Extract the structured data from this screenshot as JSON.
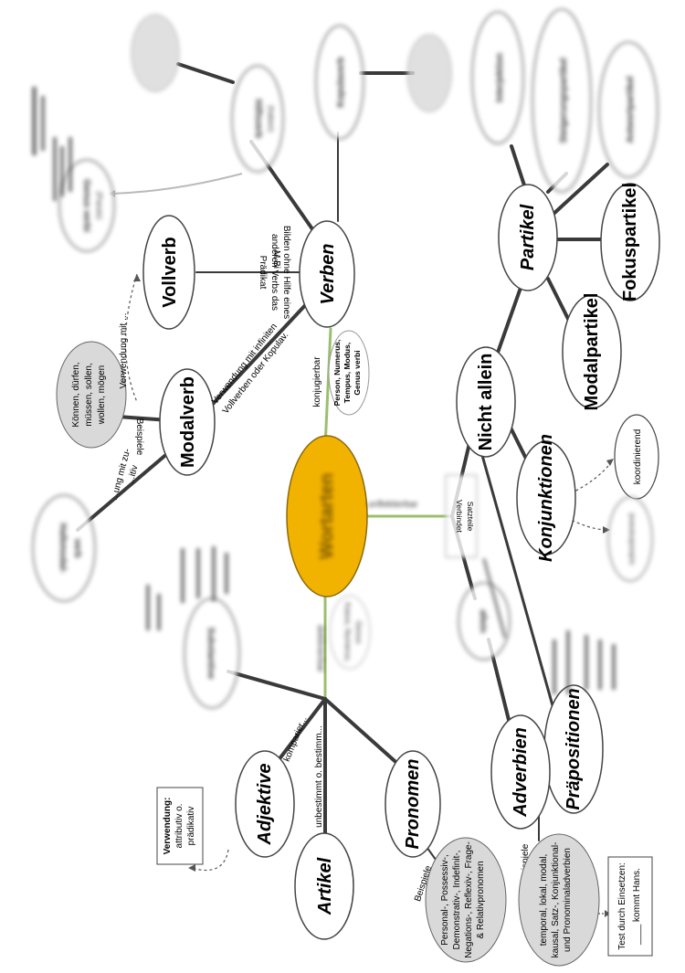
{
  "center": {
    "label": "Wortarten"
  },
  "verben": {
    "label": "Verben",
    "edge_label": "konjugierbar",
    "props": [
      "Person, Numerus,",
      "Tempus, Modus,",
      "Genus verbi"
    ],
    "vollverb": "Vollverb",
    "vollverb_desc": [
      "Bilden ohne Hilfe eines",
      "anderen Verbs das",
      "Prädikat"
    ],
    "hilfsverb": "Hilfsverb",
    "hilfsverb_sub": "(haben)",
    "kopulaverb": "Kopulaverb",
    "genus_verbi": "Genus verbi",
    "genus_verbi_sub": "(Passiv)",
    "bracket": "M Bi"
  },
  "modalverb": {
    "label": "Modalverb",
    "beispiele": "Beispiele",
    "examples": [
      "Können, dürfen,",
      "müssen, sollen,",
      "wollen, mögen"
    ],
    "verwendung": [
      "Verwendung mit infiniten",
      "Vollverben oder Kopulav."
    ],
    "verwendung_mit": "Verwendung mit ...",
    "halbmodal": [
      "Halbmodal-",
      "verb"
    ],
    "halbmodal_edge": [
      "...ung mit zu-",
      "...itiv"
    ]
  },
  "flektierbar": {
    "edge_label": "deklinierbar",
    "props": [
      "Kasus, Numerus,",
      "Genus"
    ],
    "substantive": "Substantive",
    "adjektive": "Adjektive",
    "komparierbar": "komparier...",
    "adj_verwendung_title": "Verwendung:",
    "adj_verwendung": [
      "attributiv o.",
      "prädikativ"
    ],
    "artikel": "Artikel",
    "artikel_edge": "unbestimmt o. bestimm...",
    "pronomen": "Pronomen",
    "pronomen_beispiele": "Beispiele",
    "pronomen_examples": [
      "Personal-, Possessiv-,",
      "Demonstrativ-, Indefinit-,",
      "Negations-, Reflexiv-, Frage-",
      "& Relativpronomen"
    ]
  },
  "unflektierbar": {
    "edge_label": "unflektierbar",
    "nicht_allein": "Nicht allein",
    "allein": "allein",
    "partikel": "Partikel",
    "interjektion": "Interjektion",
    "steigerungspartikel": "Steigerungspartikel",
    "antwortpartikel": "Antwortpartikel",
    "fokuspartikel": "Fokuspartikel",
    "modalpartikel": "Modalpartikel",
    "konjunktionen": "Konjunktionen",
    "koordinierend": "koordinierend",
    "subordinierend": "subordinierend",
    "verbindet": [
      "Verbindet",
      "Satzteile"
    ],
    "praepositionen": "Präpositionen",
    "adverbien": "Adverbien",
    "adverbien_beispiele": "Beispiele",
    "adverbien_examples": [
      "temporal, lokal, modal,",
      "kausal, Satz-, Konjunktional-",
      "und Pronominaladverbien"
    ],
    "test": [
      "Test durch Einsetzen:",
      "____ kommt Hans."
    ]
  },
  "colors": {
    "center_fill": "#f2b200",
    "node_fill": "#ffffff",
    "gray_fill": "#d9d9d9",
    "line": "#3a3a3a",
    "green_line": "#9bbf6e"
  }
}
